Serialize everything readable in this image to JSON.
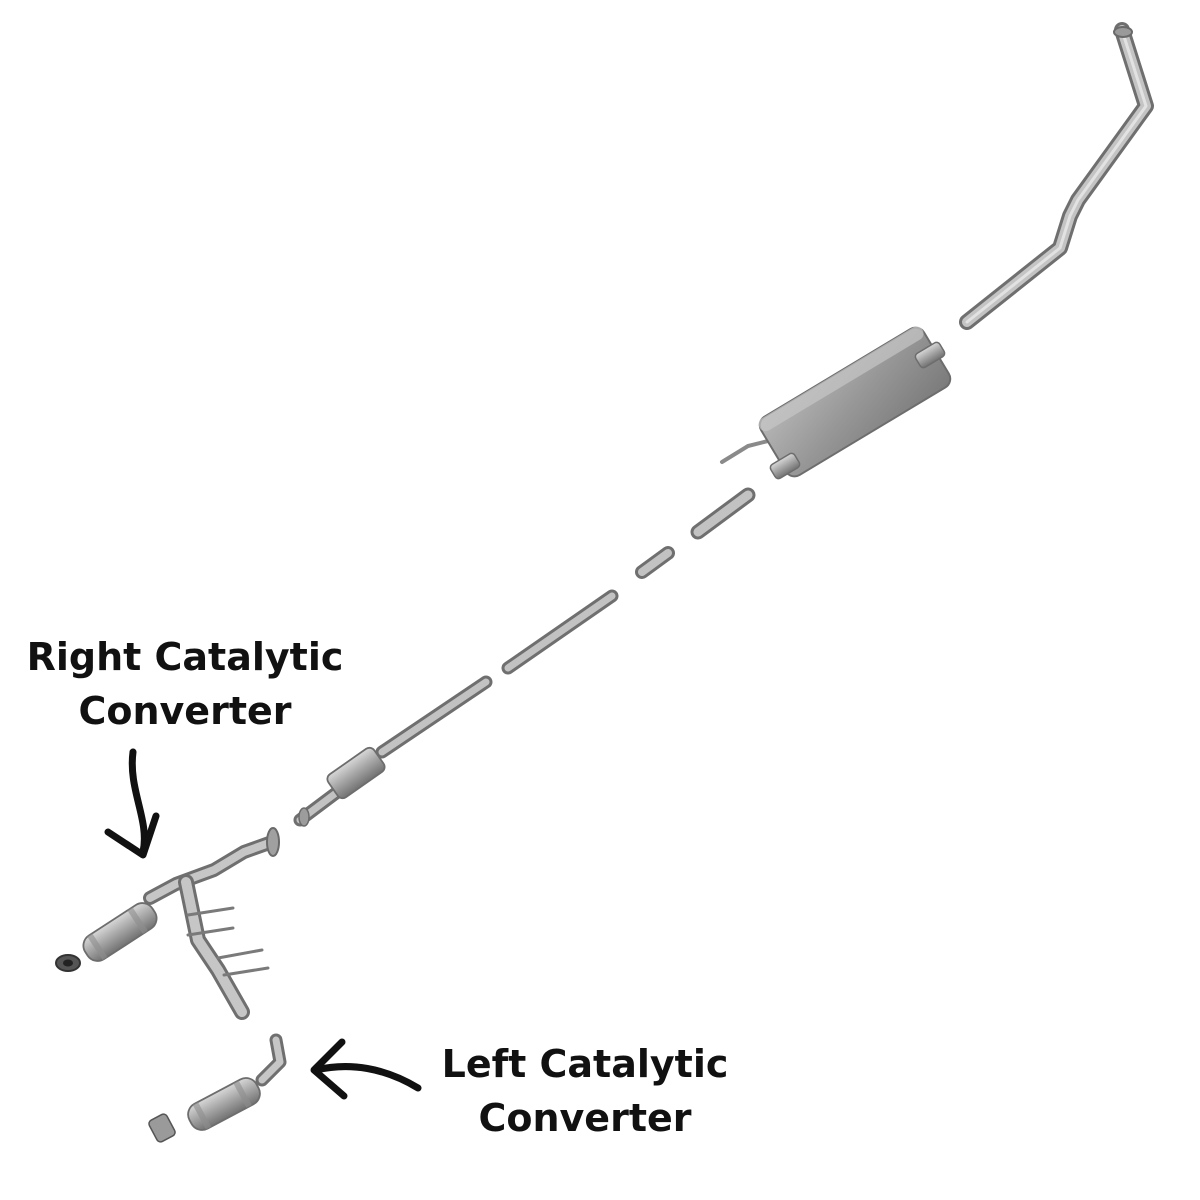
{
  "labels": {
    "right_catalytic_converter": [
      "Right Catalytic",
      "Converter"
    ],
    "left_catalytic_converter": [
      "Left Catalytic",
      "Converter"
    ]
  },
  "parts": [
    "tailpipe",
    "muffler",
    "intermediate-pipe",
    "resonator",
    "y-pipe",
    "right-catalytic-converter",
    "left-catalytic-converter"
  ],
  "colors": {
    "background": "#ffffff",
    "metal_light": "#c9c9c9",
    "metal_mid": "#a3a3a3",
    "metal_dark": "#6f6f6f",
    "text": "#111111",
    "arrow": "#111111"
  }
}
